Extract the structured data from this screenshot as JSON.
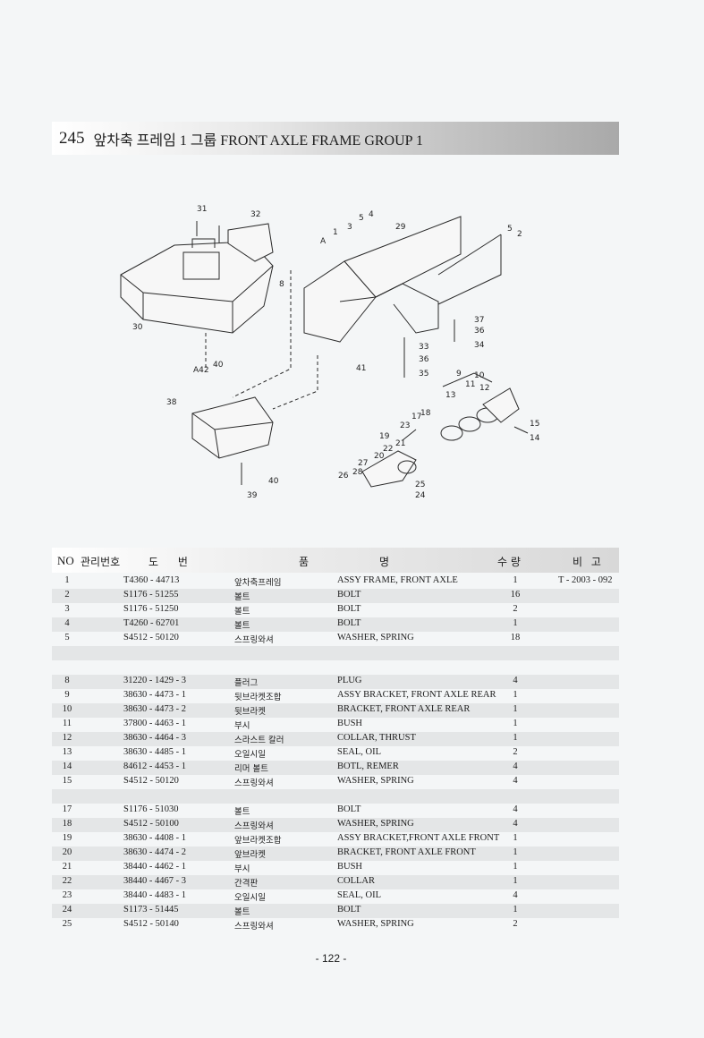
{
  "title": {
    "number": "245",
    "text": "앞차축 프레임 1 그룹 FRONT AXLE FRAME GROUP 1"
  },
  "diagram": {
    "callouts": [
      "31",
      "32",
      "30",
      "8",
      "A",
      "1",
      "3",
      "5",
      "4",
      "29",
      "5",
      "2",
      "37",
      "36",
      "34",
      "33",
      "36",
      "35",
      "41",
      "A42",
      "40",
      "38",
      "9",
      "10",
      "11",
      "12",
      "13",
      "15",
      "14",
      "18",
      "17",
      "23",
      "19",
      "21",
      "22",
      "20",
      "27",
      "28",
      "26",
      "25",
      "24",
      "40",
      "39"
    ]
  },
  "table": {
    "headers": {
      "no": "NO",
      "mgmt": "관리번호",
      "drawing": "도 번",
      "item": "품",
      "name": "명",
      "qty": "수 량",
      "remarks": "비 고"
    },
    "rows": [
      {
        "no": "1",
        "code": "T4360 - 44713",
        "kr": "앞차축프레임",
        "en": "ASSY FRAME, FRONT AXLE",
        "qty": "1",
        "note": "T - 2003 - 092"
      },
      {
        "no": "2",
        "code": "S1176 - 51255",
        "kr": "볼트",
        "en": "BOLT",
        "qty": "16",
        "note": ""
      },
      {
        "no": "3",
        "code": "S1176 - 51250",
        "kr": "볼트",
        "en": "BOLT",
        "qty": "2",
        "note": ""
      },
      {
        "no": "4",
        "code": "T4260 - 62701",
        "kr": "볼트",
        "en": "BOLT",
        "qty": "1",
        "note": ""
      },
      {
        "no": "5",
        "code": "S4512 - 50120",
        "kr": "스프링와셔",
        "en": "WASHER, SPRING",
        "qty": "18",
        "note": ""
      },
      {
        "blank": true
      },
      {
        "blank": true
      },
      {
        "no": "8",
        "code": "31220 - 1429 - 3",
        "kr": "플러그",
        "en": "PLUG",
        "qty": "4",
        "note": ""
      },
      {
        "no": "9",
        "code": "38630 - 4473 - 1",
        "kr": "뒷브라켓조합",
        "en": "ASSY BRACKET, FRONT AXLE REAR",
        "qty": "1",
        "note": ""
      },
      {
        "no": "10",
        "code": "38630 - 4473 - 2",
        "kr": "뒷브라켓",
        "en": "BRACKET, FRONT AXLE REAR",
        "qty": "1",
        "note": ""
      },
      {
        "no": "11",
        "code": "37800 - 4463 - 1",
        "kr": "부시",
        "en": "BUSH",
        "qty": "1",
        "note": ""
      },
      {
        "no": "12",
        "code": "38630 - 4464 - 3",
        "kr": "스라스트 칼러",
        "en": "COLLAR, THRUST",
        "qty": "1",
        "note": ""
      },
      {
        "no": "13",
        "code": "38630 - 4485 - 1",
        "kr": "오일시일",
        "en": "SEAL, OIL",
        "qty": "2",
        "note": ""
      },
      {
        "no": "14",
        "code": "84612 - 4453 - 1",
        "kr": "리머 볼트",
        "en": "BOTL, REMER",
        "qty": "4",
        "note": ""
      },
      {
        "no": "15",
        "code": "S4512 - 50120",
        "kr": "스프링와셔",
        "en": "WASHER, SPRING",
        "qty": "4",
        "note": ""
      },
      {
        "blank": true
      },
      {
        "no": "17",
        "code": "S1176 - 51030",
        "kr": "볼트",
        "en": "BOLT",
        "qty": "4",
        "note": ""
      },
      {
        "no": "18",
        "code": "S4512 - 50100",
        "kr": "스프링와셔",
        "en": "WASHER, SPRING",
        "qty": "4",
        "note": ""
      },
      {
        "no": "19",
        "code": "38630 - 4408 - 1",
        "kr": "앞브라켓조합",
        "en": "ASSY BRACKET,FRONT AXLE FRONT",
        "qty": "1",
        "note": ""
      },
      {
        "no": "20",
        "code": "38630 - 4474 - 2",
        "kr": "앞브라켓",
        "en": "BRACKET, FRONT AXLE FRONT",
        "qty": "1",
        "note": ""
      },
      {
        "no": "21",
        "code": "38440 - 4462 - 1",
        "kr": "부시",
        "en": "BUSH",
        "qty": "1",
        "note": ""
      },
      {
        "no": "22",
        "code": "38440 - 4467 - 3",
        "kr": "간격판",
        "en": "COLLAR",
        "qty": "1",
        "note": ""
      },
      {
        "no": "23",
        "code": "38440 - 4483 - 1",
        "kr": "오일시일",
        "en": "SEAL, OIL",
        "qty": "4",
        "note": ""
      },
      {
        "no": "24",
        "code": "S1173 - 51445",
        "kr": "볼트",
        "en": "BOLT",
        "qty": "1",
        "note": ""
      },
      {
        "no": "25",
        "code": "S4512 - 50140",
        "kr": "스프링와셔",
        "en": "WASHER, SPRING",
        "qty": "2",
        "note": ""
      }
    ]
  },
  "footer": {
    "page": "- 122 -"
  }
}
